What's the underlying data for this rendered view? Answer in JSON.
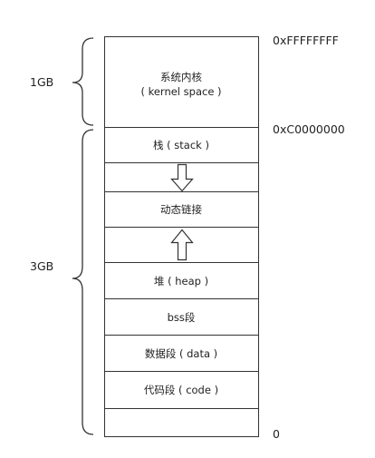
{
  "addresses": {
    "top": "0xFFFFFFFF",
    "kernel_boundary": "0xC0000000",
    "bottom": "0"
  },
  "sizes": {
    "kernel": "1GB",
    "user": "3GB"
  },
  "segments": {
    "kernel_title": "系统内核",
    "kernel_sub": "( kernel space )",
    "stack": "栈 ( stack )",
    "dynamic_link": "动态链接",
    "heap": "堆 ( heap )",
    "bss": "bss段",
    "data": "数据段 ( data )",
    "code": "代码段 ( code )"
  }
}
